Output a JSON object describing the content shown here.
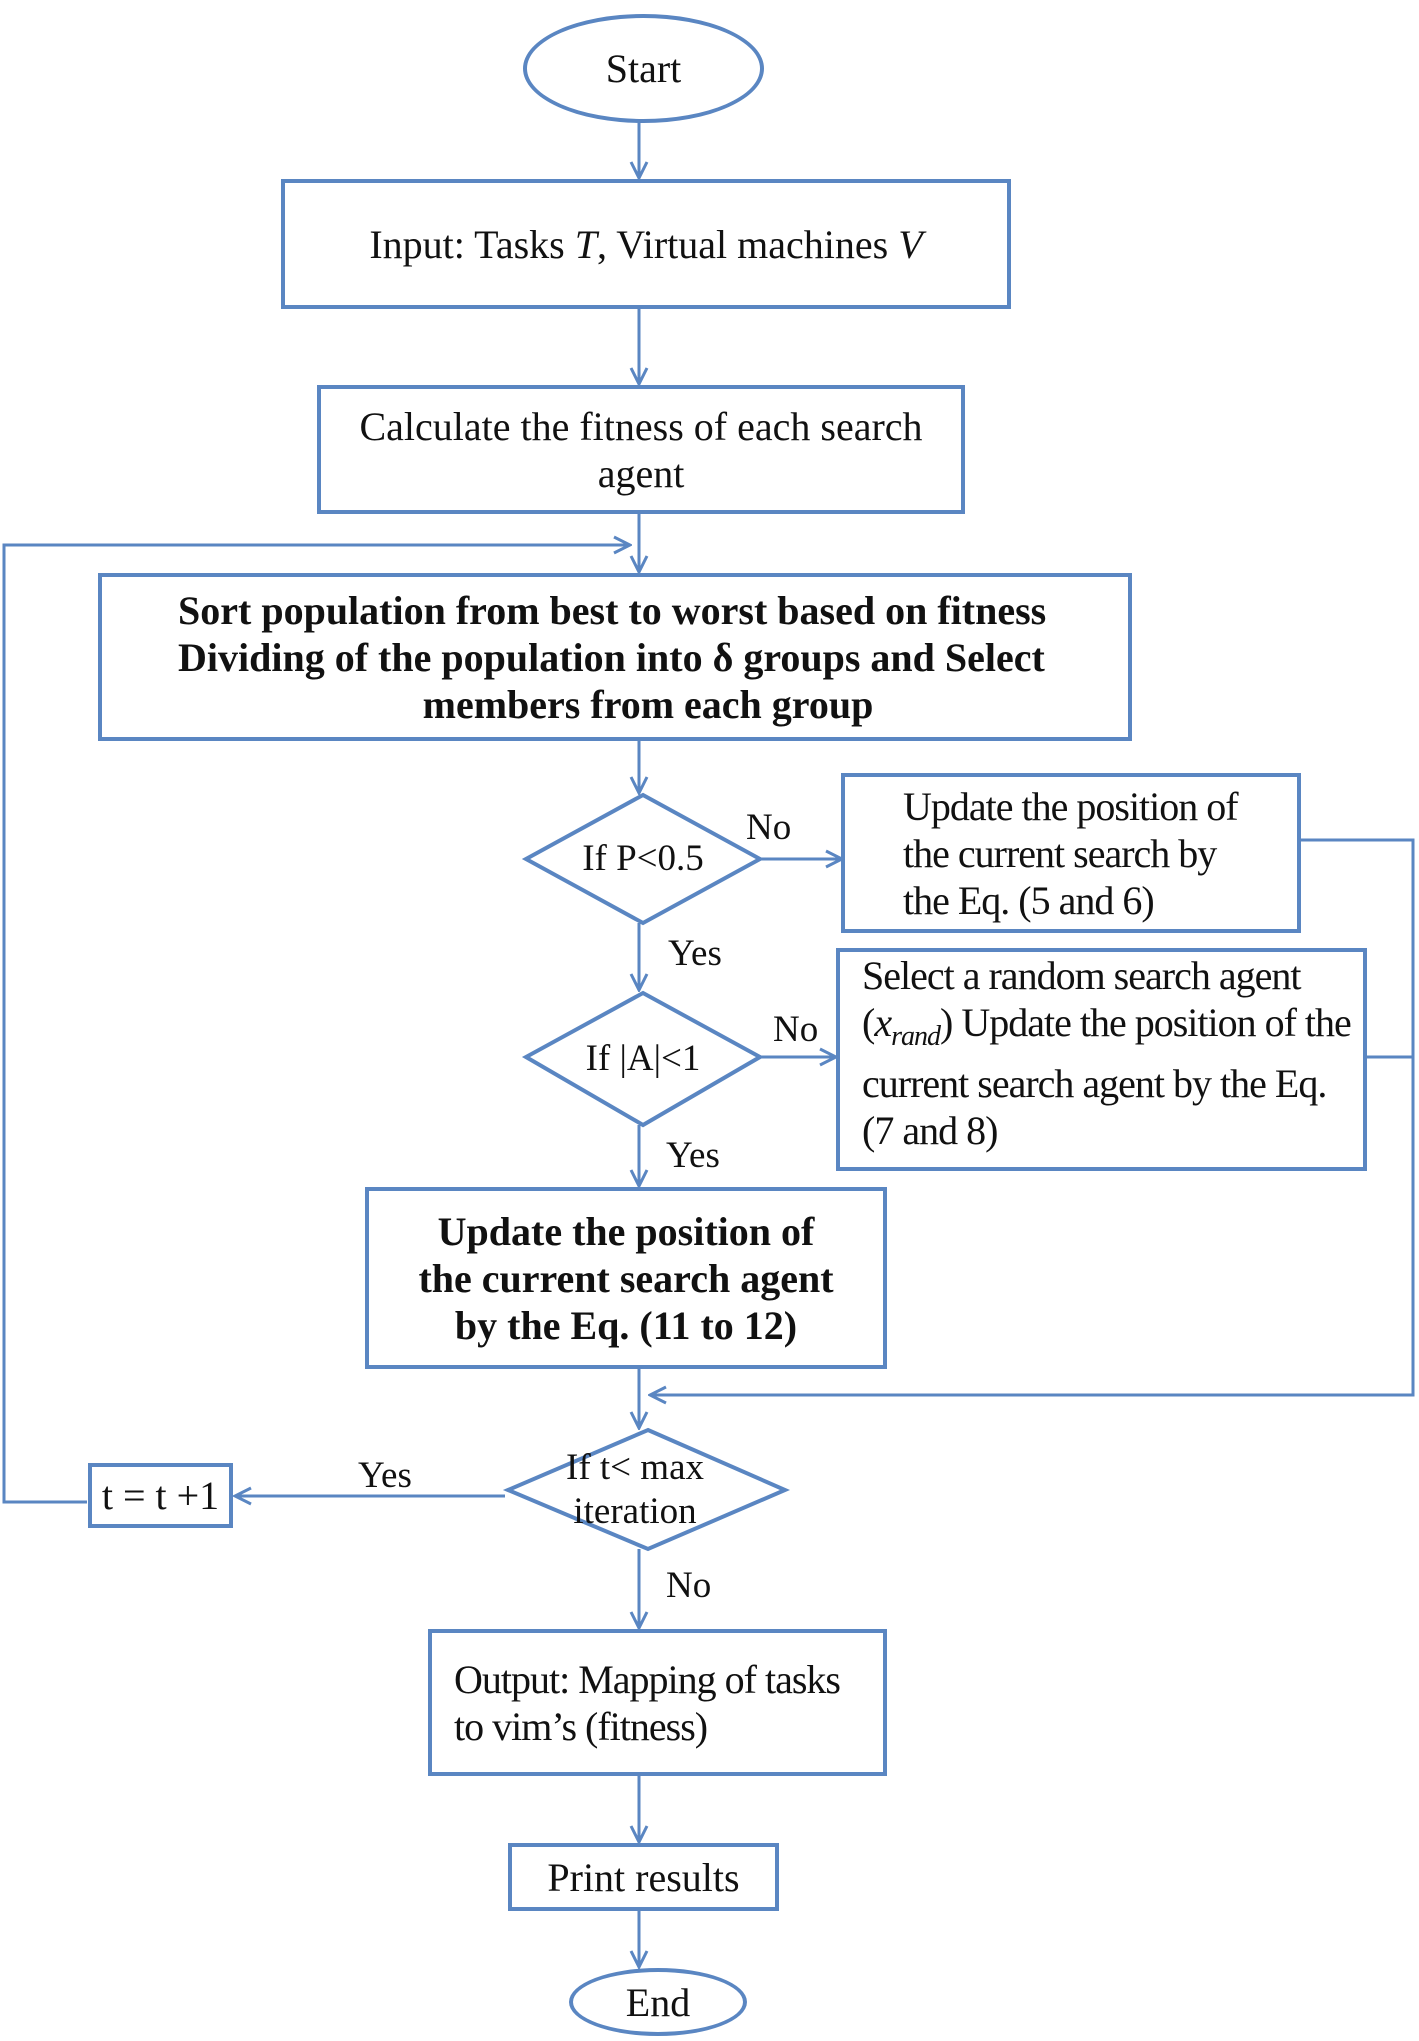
{
  "nodes": {
    "start": "Start",
    "input_prefix": "Input: Tasks ",
    "input_T": "T",
    "input_mid": ", Virtual machines ",
    "input_V": "V",
    "fitness": "Calculate the fitness of each search agent",
    "sort_line1": "Sort population from best to worst based on fitness",
    "sort_line2": "Dividing of the population into δ groups and Select",
    "sort_line3": "members from each group",
    "decision_p": "If P<0.5",
    "update_56": "Update the position of the current search by the Eq. (5 and 6)",
    "decision_a": "If |A|<1",
    "random_prefix": "Select a random search agent (",
    "random_var": "x",
    "random_sub": "rand",
    "random_suffix": ") Update the position of the current search agent by the Eq. (7 and 8)",
    "update_1112": "Update the position of the current search agent by the Eq. (11 to 12)",
    "decision_t": "If t< max iteration",
    "increment": "t = t +1",
    "output": "Output: Mapping of tasks to vim’s (fitness)",
    "print": "Print results",
    "end": "End"
  },
  "labels": {
    "p_no": "No",
    "p_yes": "Yes",
    "a_no": "No",
    "a_yes": "Yes",
    "t_yes": "Yes",
    "t_no": "No"
  },
  "colors": {
    "stroke": "#5a86c2",
    "text": "#111111"
  }
}
